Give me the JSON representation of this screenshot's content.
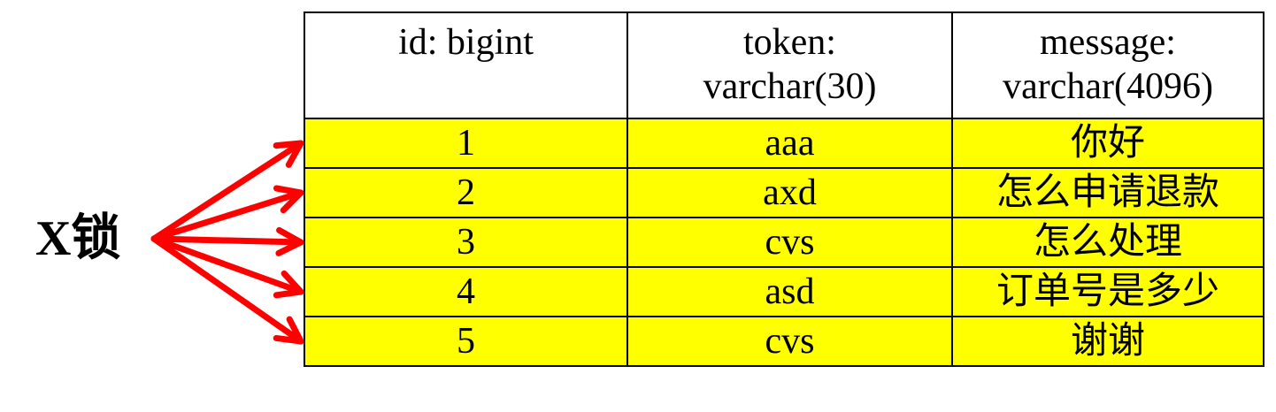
{
  "lock_label": "X锁",
  "highlight_color": "#ffff00",
  "arrow_color": "#ff0000",
  "table": {
    "headers": [
      {
        "line1": "id: bigint",
        "line2": ""
      },
      {
        "line1": "token:",
        "line2": "varchar(30)"
      },
      {
        "line1": "message:",
        "line2": "varchar(4096)"
      }
    ],
    "rows": [
      {
        "id": "1",
        "token": "aaa",
        "message": "你好"
      },
      {
        "id": "2",
        "token": "axd",
        "message": "怎么申请退款"
      },
      {
        "id": "3",
        "token": "cvs",
        "message": "怎么处理"
      },
      {
        "id": "4",
        "token": "asd",
        "message": "订单号是多少"
      },
      {
        "id": "5",
        "token": "cvs",
        "message": "谢谢"
      }
    ]
  }
}
